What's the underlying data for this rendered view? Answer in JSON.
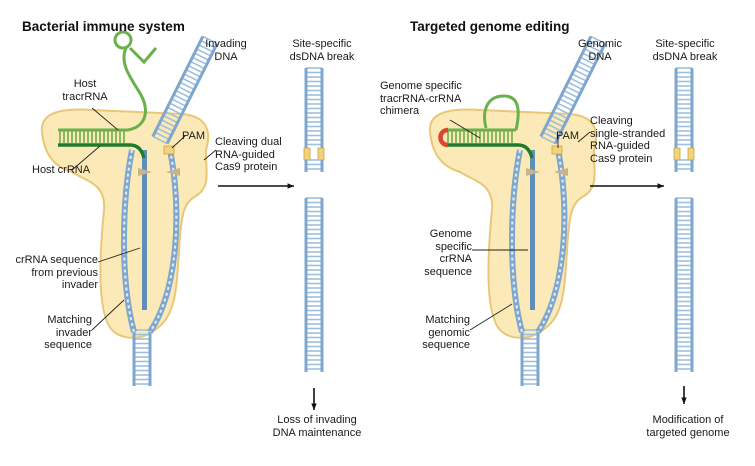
{
  "panels": [
    {
      "title": "Bacterial immune system",
      "labels": {
        "invading": "Invading\nDNA",
        "site": "Site-specific\ndsDNA break",
        "rna": "Host\ntracrRNA",
        "pam": "PAM",
        "protein": "Cleaving dual\nRNA-guided\nCas9 protein",
        "crna_host": "Host crRNA",
        "seq": "crRNA sequence\nfrom previous\ninvader",
        "match": "Matching\ninvader\nsequence",
        "outcome": "Loss of invading\nDNA maintenance"
      }
    },
    {
      "title": "Targeted genome editing",
      "labels": {
        "invading": "Genomic\nDNA",
        "site": "Site-specific\ndsDNA break",
        "rna": "Genome specific\ntracrRNA-crRNA\nchimera",
        "pam": "PAM",
        "protein": "Cleaving\nsingle-stranded\nRNA-guided\nCas9 protein",
        "seq": "Genome\nspecific\ncrRNA\nsequence",
        "match": "Matching\ngenomic\nsequence",
        "outcome": "Modification of\ntargeted genome"
      }
    }
  ],
  "colors": {
    "dna_strand": "#7fa6cc",
    "dna_rung": "#9fbfdc",
    "cas9_fill": "#fbe9b7",
    "cas9_stroke": "#e8c878",
    "rna_green": "#6ab04c",
    "crna_dark": "#1f7a2e",
    "chimera_red": "#d9462b",
    "pam": "#f3d27a"
  }
}
